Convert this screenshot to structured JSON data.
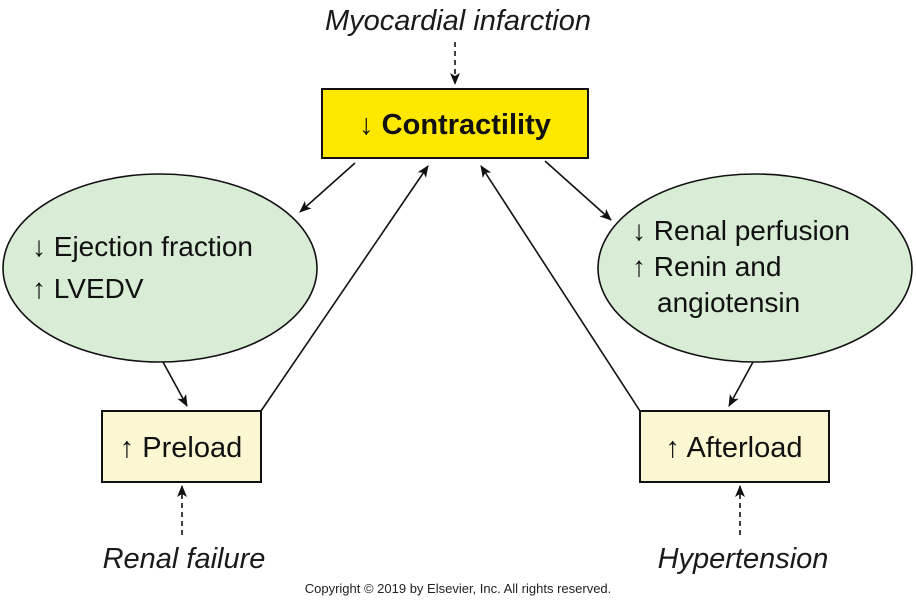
{
  "colors": {
    "contractility_fill": "#ffe800",
    "ellipse_fill": "#d9ecd5",
    "small_box_fill": "#fcf7d3",
    "stroke": "#111111"
  },
  "causes": {
    "top": "Myocardial infarction",
    "left": "Renal failure",
    "right": "Hypertension"
  },
  "center_box": {
    "label": "↓ Contractility"
  },
  "left_ellipse": {
    "line1": "↓ Ejection fraction",
    "line2": "↑ LVEDV"
  },
  "right_ellipse": {
    "line1": "↓ Renal perfusion",
    "line2": "↑ Renin and",
    "line3": "angiotensin"
  },
  "preload_box": {
    "label": "↑ Preload"
  },
  "afterload_box": {
    "label": "↑ Afterload"
  },
  "copyright": "Copyright © 2019 by Elsevier, Inc. All rights reserved."
}
